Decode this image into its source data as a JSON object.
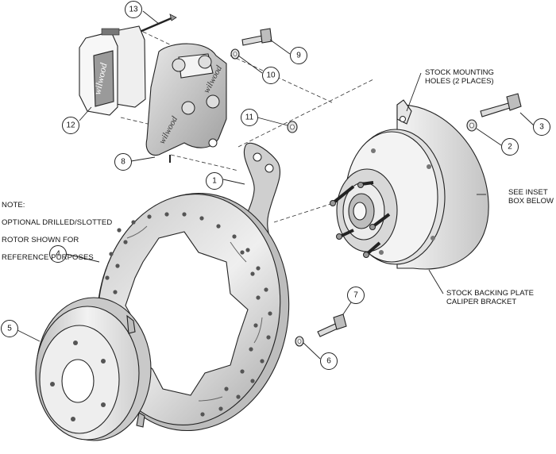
{
  "note": {
    "lines": [
      "NOTE:",
      "OPTIONAL DRILLED/SLOTTED",
      "ROTOR SHOWN FOR",
      "REFERENCE PURPOSES"
    ]
  },
  "labels": {
    "stock_mounting": [
      "STOCK MOUNTING",
      "HOLES (2 PLACES)"
    ],
    "see_inset": [
      "SEE INSET",
      "BOX BELOW"
    ],
    "stock_backing": [
      "STOCK BACKING PLATE",
      "CALIPER BRACKET"
    ],
    "brand": "wilwood"
  },
  "callouts": [
    "1",
    "2",
    "3",
    "4",
    "5",
    "6",
    "7",
    "8",
    "9",
    "10",
    "11",
    "12",
    "13"
  ],
  "colors": {
    "line": "#222222",
    "fill_light": "#f2f2f2",
    "fill_mid": "#d9d9d9",
    "fill_dark": "#9a9a9a"
  }
}
